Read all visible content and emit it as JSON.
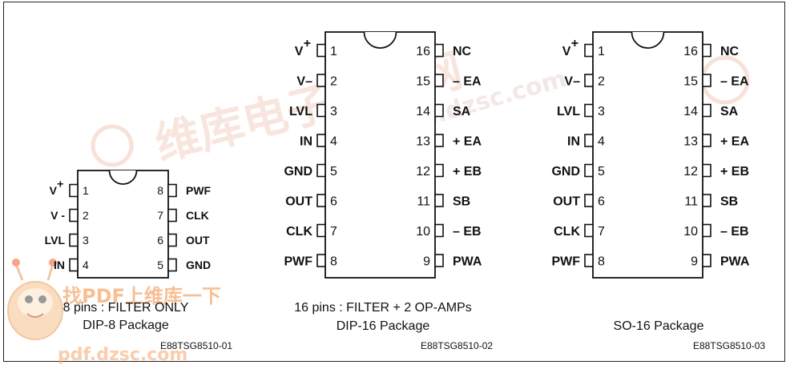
{
  "packages": {
    "dip8": {
      "pins_left": [
        {
          "num": "1",
          "label": "V",
          "sup": "+"
        },
        {
          "num": "2",
          "label": "V -",
          "sup": ""
        },
        {
          "num": "3",
          "label": "LVL",
          "sup": ""
        },
        {
          "num": "4",
          "label": "IN",
          "sup": ""
        }
      ],
      "pins_right": [
        {
          "num": "8",
          "label": "PWF"
        },
        {
          "num": "7",
          "label": "CLK"
        },
        {
          "num": "6",
          "label": "OUT"
        },
        {
          "num": "5",
          "label": "GND"
        }
      ],
      "caption_line1": "8 pins : FILTER ONLY",
      "caption_line2": "DIP-8 Package",
      "code": "E88TSG8510-01"
    },
    "dip16": {
      "pins_left": [
        {
          "num": "1",
          "label": "V",
          "sup": "+"
        },
        {
          "num": "2",
          "label": "V–",
          "sup": ""
        },
        {
          "num": "3",
          "label": "LVL",
          "sup": ""
        },
        {
          "num": "4",
          "label": "IN",
          "sup": ""
        },
        {
          "num": "5",
          "label": "GND",
          "sup": ""
        },
        {
          "num": "6",
          "label": "OUT",
          "sup": ""
        },
        {
          "num": "7",
          "label": "CLK",
          "sup": ""
        },
        {
          "num": "8",
          "label": "PWF",
          "sup": ""
        }
      ],
      "pins_right": [
        {
          "num": "16",
          "label": "NC"
        },
        {
          "num": "15",
          "label": "– EA"
        },
        {
          "num": "14",
          "label": "SA"
        },
        {
          "num": "13",
          "label": "+ EA"
        },
        {
          "num": "12",
          "label": "+ EB"
        },
        {
          "num": "11",
          "label": "SB"
        },
        {
          "num": "10",
          "label": "– EB"
        },
        {
          "num": "9",
          "label": "PWA"
        }
      ],
      "caption_line1": "16 pins : FILTER + 2 OP-AMPs",
      "caption_line2": "DIP-16 Package",
      "code": "E88TSG8510-02"
    },
    "so16": {
      "pins_left": [
        {
          "num": "1",
          "label": "V",
          "sup": "+"
        },
        {
          "num": "2",
          "label": "V–",
          "sup": ""
        },
        {
          "num": "3",
          "label": "LVL",
          "sup": ""
        },
        {
          "num": "4",
          "label": "IN",
          "sup": ""
        },
        {
          "num": "5",
          "label": "GND",
          "sup": ""
        },
        {
          "num": "6",
          "label": "OUT",
          "sup": ""
        },
        {
          "num": "7",
          "label": "CLK",
          "sup": ""
        },
        {
          "num": "8",
          "label": "PWF",
          "sup": ""
        }
      ],
      "pins_right": [
        {
          "num": "16",
          "label": "NC"
        },
        {
          "num": "15",
          "label": "– EA"
        },
        {
          "num": "14",
          "label": "SA"
        },
        {
          "num": "13",
          "label": "+ EA"
        },
        {
          "num": "12",
          "label": "+ EB"
        },
        {
          "num": "11",
          "label": "SB"
        },
        {
          "num": "10",
          "label": "– EB"
        },
        {
          "num": "9",
          "label": "PWA"
        }
      ],
      "caption_line1": "",
      "caption_line2": "SO-16 Package",
      "code": "E88TSG8510-03"
    }
  },
  "watermark": {
    "site": "pdf.dzsc.com",
    "cn_brand": "维库电子市场网",
    "cn_logo": "找PDF上维库一下",
    "url": "www.dzsc.com"
  },
  "colors": {
    "line": "#111111",
    "watermark": "#e8b6a6"
  }
}
